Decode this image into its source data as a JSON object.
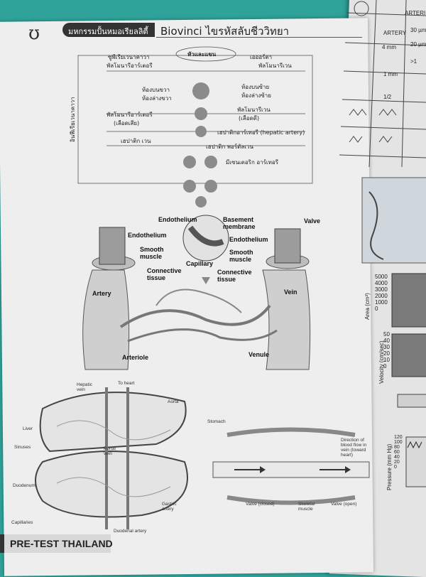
{
  "header": {
    "tag": "มหกรรมปั้นหมอเรียลลิตี้",
    "title": "Biovinci ไขรหัสลับชีววิทยา"
  },
  "footer": {
    "text": "PRE-TEST THAILAND"
  },
  "flowchart": {
    "head_arms": "หัวและแขน",
    "superior_vena_cava": "ซูพีเรียเวนาคาวา",
    "aorta": "เอออร์ตา",
    "pulmonary_artery_top": "พัลโมนารีอาร์เตอรี",
    "pulmonary_vein_top": "พัลโมนารีเวน",
    "right_atrium": "ห้องบนขวา",
    "right_ventricle": "ห้องล่างขวา",
    "left_atrium": "ห้องบนซ้าย",
    "left_ventricle": "ห้องล่างซ้าย",
    "pulmonary_artery": "พัลโมนารีอาร์เตอรี",
    "deoxygenated_blood": "(เลือดเสีย)",
    "pulmonary_vein": "พัลโมนารีเวน",
    "oxygenated_blood": "(เลือดดี)",
    "hepatic_artery": "เฮปาติกอาร์เทอรี (hepatic artery)",
    "hepatic_vein": "เฮปาติก เวน",
    "hepatic_portal_vein": "เฮปาติก พอร์ตัลเวน",
    "mesenteric_artery": "มีเซนเตอริก อาร์เทอรี",
    "inferior_vena_cava": "อินฟีเรียเวนาคาวา"
  },
  "vessel_diagram": {
    "endothelium_top": "Endothelium",
    "basement_membrane": "Basement membrane",
    "valve": "Valve",
    "endothelium_left": "Endothelium",
    "smooth_muscle_left": "Smooth muscle",
    "connective_left": "Connective tissue",
    "capillary": "Capillary",
    "endothelium_right": "Endothelium",
    "smooth_muscle_right": "Smooth muscle",
    "connective_right": "Connective tissue",
    "artery": "Artery",
    "vein": "Vein",
    "arteriole": "Arteriole",
    "venule": "Venule"
  },
  "liver_diagram": {
    "hepatic_vein": "Hepatic vein",
    "to_heart": "To heart",
    "aorta": "Aorta",
    "stomach": "Stomach",
    "liver": "Liver",
    "sinuses": "Sinuses",
    "portal_vein": "Portal vein",
    "duodenum": "Duodenum",
    "capillaries": "Capillaries",
    "gastric_artery": "Gastric artery",
    "duodenal_artery": "Duodenal artery"
  },
  "valve_diagram": {
    "direction": "Direction of blood flow in vein (toward heart)",
    "valve_closed": "Valve (closed)",
    "skeletal_muscle": "Skeletal muscle",
    "valve_open": "Valve (open)"
  },
  "right_page": {
    "artery": "ARTERY",
    "arteri_col": "ARTERI",
    "val_4mm": "4 mm",
    "val_1mm": "1 mm",
    "val_half": "1/2",
    "val_30": "30 µm",
    "val_20": "20 µm",
    "val_gt1": ">1",
    "area_label": "Area (cm²)",
    "area_ticks": [
      "5000",
      "4000",
      "3000",
      "2000",
      "1000",
      "0"
    ],
    "velocity_label": "Velocity (cm/sec)",
    "velocity_ticks": [
      "50",
      "40",
      "30",
      "20",
      "10",
      "0"
    ],
    "pressure_label": "Pressure (mm Hg)",
    "pressure_ticks": [
      "120",
      "100",
      "80",
      "60",
      "40",
      "20",
      "0"
    ]
  }
}
